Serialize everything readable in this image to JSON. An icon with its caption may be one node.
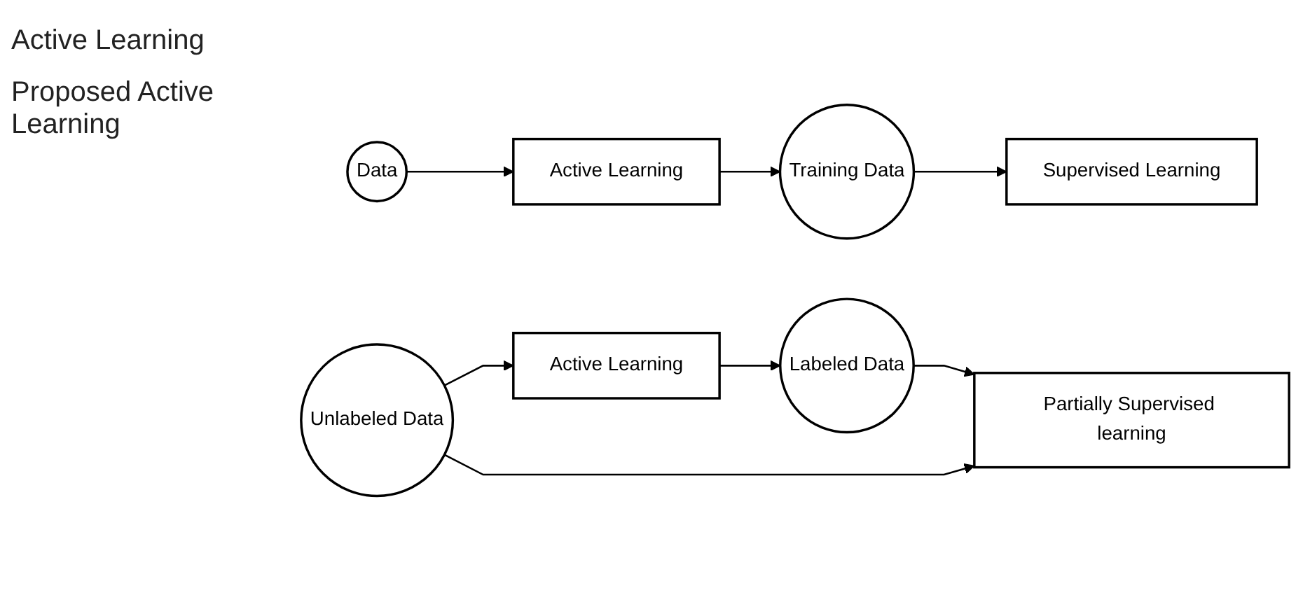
{
  "diagram": {
    "nodes": [
      {
        "text": [
          "Data"
        ]
      },
      {
        "text": [
          "Active Learning"
        ]
      },
      {
        "text": [
          "Training Data"
        ]
      },
      {
        "text": [
          "Supervised Learning"
        ]
      },
      {
        "text": [
          "Unlabeled Data"
        ]
      },
      {
        "text": [
          "Active Learning"
        ]
      },
      {
        "text": [
          "Labeled Data"
        ]
      },
      {
        "text": [
          "Partially Supervised learning"
        ]
      }
    ],
    "edges": [
      {
        "from": 0,
        "to": 1,
        "arrow": "to"
      },
      {
        "from": 1,
        "to": 2,
        "arrow": "to"
      },
      {
        "from": 2,
        "to": 3,
        "arrow": "to"
      },
      {
        "from": 4,
        "to": 5,
        "arrow": "to"
      },
      {
        "from": 5,
        "to": 6,
        "arrow": "to"
      },
      {
        "from": 6,
        "to": 7,
        "arrow": "to"
      },
      {
        "from": 4,
        "to": 7,
        "arrow": "to"
      }
    ],
    "labels": [
      "Active Learning",
      "Proposed Active Learning"
    ]
  }
}
